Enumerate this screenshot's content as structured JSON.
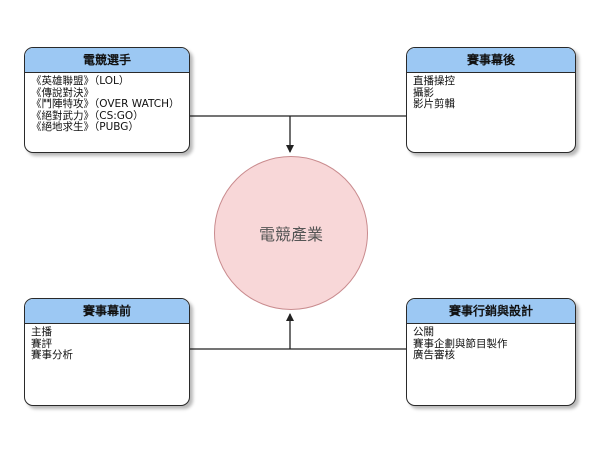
{
  "diagram": {
    "center": {
      "label": "電競產業"
    },
    "cards": {
      "players": {
        "title": "電競選手",
        "items": [
          "《英雄聯盟》（LOL）",
          "《傳說對決》",
          "《鬥陣特攻》（OVER WATCH）",
          "《絕對武力》（CS:GO）",
          "《絕地求生》（PUBG）"
        ]
      },
      "backstage": {
        "title": "賽事幕後",
        "items": [
          "直播操控",
          "攝影",
          "影片剪輯"
        ]
      },
      "pre_event": {
        "title": "賽事幕前",
        "items": [
          "主播",
          "賽評",
          "賽事分析"
        ]
      },
      "marketing": {
        "title": "賽事行銷與設計",
        "items": [
          "公關",
          "賽事企劃與節目製作",
          "廣告審核"
        ]
      }
    }
  },
  "colors": {
    "card_header": "#9cc8f3",
    "hub_fill": "#f8d7d8",
    "hub_border": "#c98b8e",
    "connector": "#222222"
  }
}
